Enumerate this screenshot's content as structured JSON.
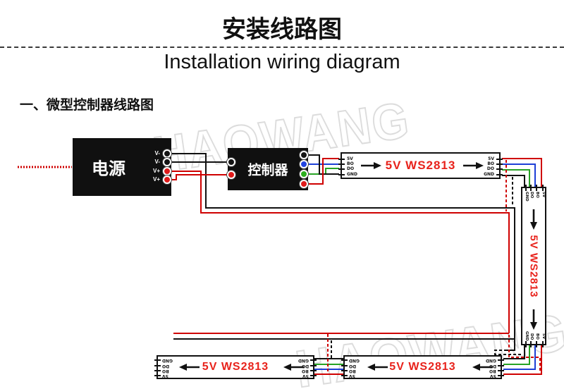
{
  "header": {
    "title_cn": "安装线路图",
    "title_en": "Installation wiring diagram",
    "section_heading": "一、微型控制器线路图"
  },
  "watermark_text": "HAOWANG",
  "power_supply": {
    "label": "电源",
    "pins": [
      "V-",
      "V-",
      "V+",
      "V+"
    ]
  },
  "controller": {
    "label": "控制器"
  },
  "led_strip_label": "5V WS2813",
  "pin_labels": {
    "v5": "5V",
    "bo": "BO",
    "do": "DO",
    "gnd": "GND"
  },
  "colors": {
    "wire-red": "#cf0000",
    "wire-green": "#28a325",
    "wire-blue": "#1d3fd6",
    "wire-black": "#111111",
    "strip-text": "#e8231c",
    "box-bg": "#101010",
    "watermark": "#dcdcdc",
    "pin-red": "#e01b1b",
    "pin-blue": "#2244e0",
    "pin-green": "#2cb01e",
    "pin-black": "#141414"
  }
}
